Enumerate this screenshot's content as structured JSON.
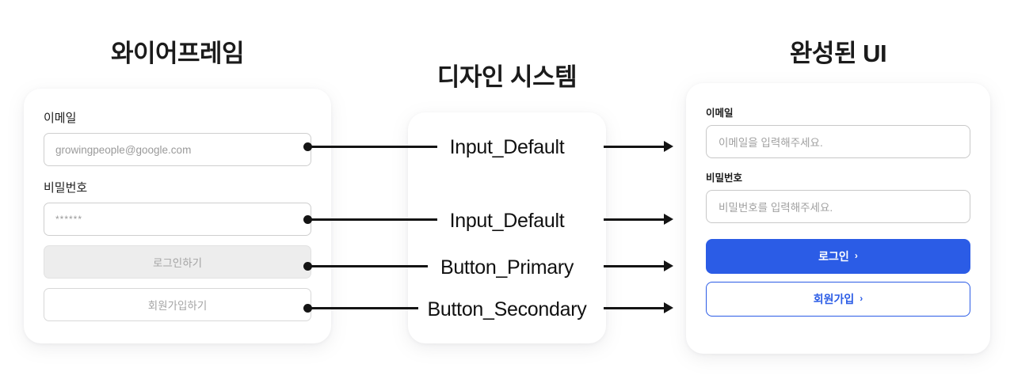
{
  "columns": {
    "wireframe_title": "와이어프레임",
    "designsystem_title": "디자인 시스템",
    "finalui_title": "완성된 UI"
  },
  "wireframe": {
    "email_label": "이메일",
    "email_value": "growingpeople@google.com",
    "password_label": "비밀번호",
    "password_value": "******",
    "login_button": "로그인하기",
    "signup_button": "회원가입하기"
  },
  "design_system": {
    "tokens": [
      {
        "name": "Input_Default"
      },
      {
        "name": "Input_Default"
      },
      {
        "name": "Button_Primary"
      },
      {
        "name": "Button_Secondary"
      }
    ]
  },
  "final_ui": {
    "email_label": "이메일",
    "email_placeholder": "이메일을 입력해주세요.",
    "password_label": "비밀번호",
    "password_placeholder": "비밀번호를 입력해주세요.",
    "login_button": "로그인",
    "signup_button": "회원가입",
    "chevron": "›"
  },
  "colors": {
    "primary_blue": "#2B5CE6",
    "wireframe_gray_fill": "#EDEDED",
    "wireframe_border": "#CFCFCF",
    "text_dark": "#1B1B1B",
    "placeholder_gray": "#A0A0A0",
    "connector_black": "#141414",
    "page_background": "#FFFFFF"
  }
}
